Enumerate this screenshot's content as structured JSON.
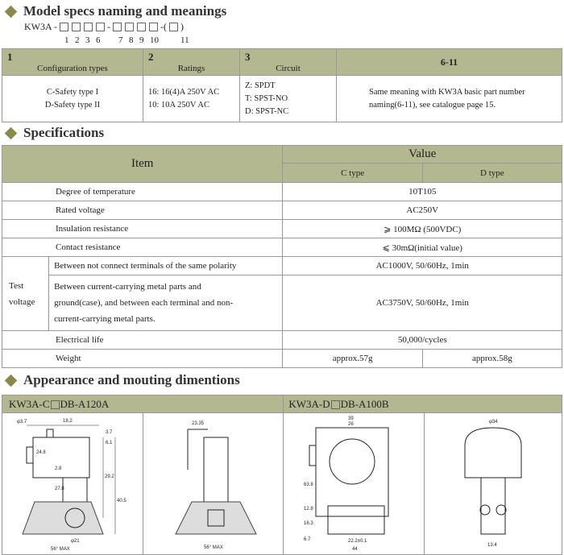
{
  "sections": {
    "naming": "Model specs naming and meanings",
    "specs": "Specifications",
    "appearance": "Appearance and mouting dimentions"
  },
  "naming_code": {
    "prefix": "KW3A -",
    "sep1": "-",
    "sep2": "-(",
    "close": ")",
    "digits": [
      "1",
      "2",
      "3",
      "6",
      "7",
      "8",
      "9",
      "10",
      "11"
    ]
  },
  "naming_table": {
    "headers": [
      {
        "num": "1",
        "label": "Configuration types"
      },
      {
        "num": "2",
        "label": "Ratings"
      },
      {
        "num": "3",
        "label": "Circuit"
      },
      {
        "num": "6-11",
        "label": ""
      }
    ],
    "config": [
      "C-Safety type I",
      "D-Safety type II"
    ],
    "ratings": [
      "16: 16(4)A 250V AC",
      "10: 10A 250V AC"
    ],
    "circuit": [
      "Z: SPDT",
      "T: SPST-NO",
      "D: SPST-NC"
    ],
    "meaning": [
      "Same meaning with KW3A basic part number",
      "naming(6-11), see catalogue page 15."
    ]
  },
  "specs_table": {
    "item_header": "Item",
    "value_header": "Value",
    "c_type": "C  type",
    "d_type": "D  type",
    "test_voltage_label": [
      "Test",
      "voltage"
    ],
    "rows": {
      "temperature": {
        "label": "Degree of temperature",
        "value": "10T105"
      },
      "rated": {
        "label": "Rated voltage",
        "value": "AC250V"
      },
      "insulation": {
        "label": "Insulation resistance",
        "value": "⩾ 100MΩ (500VDC)"
      },
      "contact": {
        "label": "Contact resistance",
        "value": "⩽ 30mΩ(initial value)"
      },
      "tv1": {
        "label": "Between not connect terminals of the same polarity",
        "value": "AC1000V, 50/60Hz, 1min"
      },
      "tv2": {
        "label": [
          "Between current-carrying metal parts and",
          "ground(case), and between each terminal and non-",
          "current-carrying metal parts."
        ],
        "value": "AC3750V, 50/60Hz, 1min"
      },
      "life": {
        "label": "Electrical life",
        "value": "50,000/cycles"
      },
      "weight": {
        "label": "Weight",
        "c": "approx.57g",
        "d": "approx.58g"
      }
    }
  },
  "appearance": {
    "left_model_a": "KW3A-C",
    "left_model_b": "DB-A120A",
    "right_model_a": "KW3A-D",
    "right_model_b": "DB-A100B",
    "dims_c": [
      "φ3.7",
      "18.2",
      "3.7",
      "6.1",
      "24.8",
      "2.8",
      "27.8",
      "29.2",
      "40.5",
      "φ21",
      "56° MAX"
    ],
    "dims_c2": [
      "23.35",
      "56° MAX"
    ],
    "dims_d": [
      "39",
      "26",
      "63.8",
      "12.8",
      "16.3",
      "6.7",
      "22.2±0.1",
      "44"
    ],
    "dims_d2": [
      "φ34",
      "13.4"
    ]
  }
}
